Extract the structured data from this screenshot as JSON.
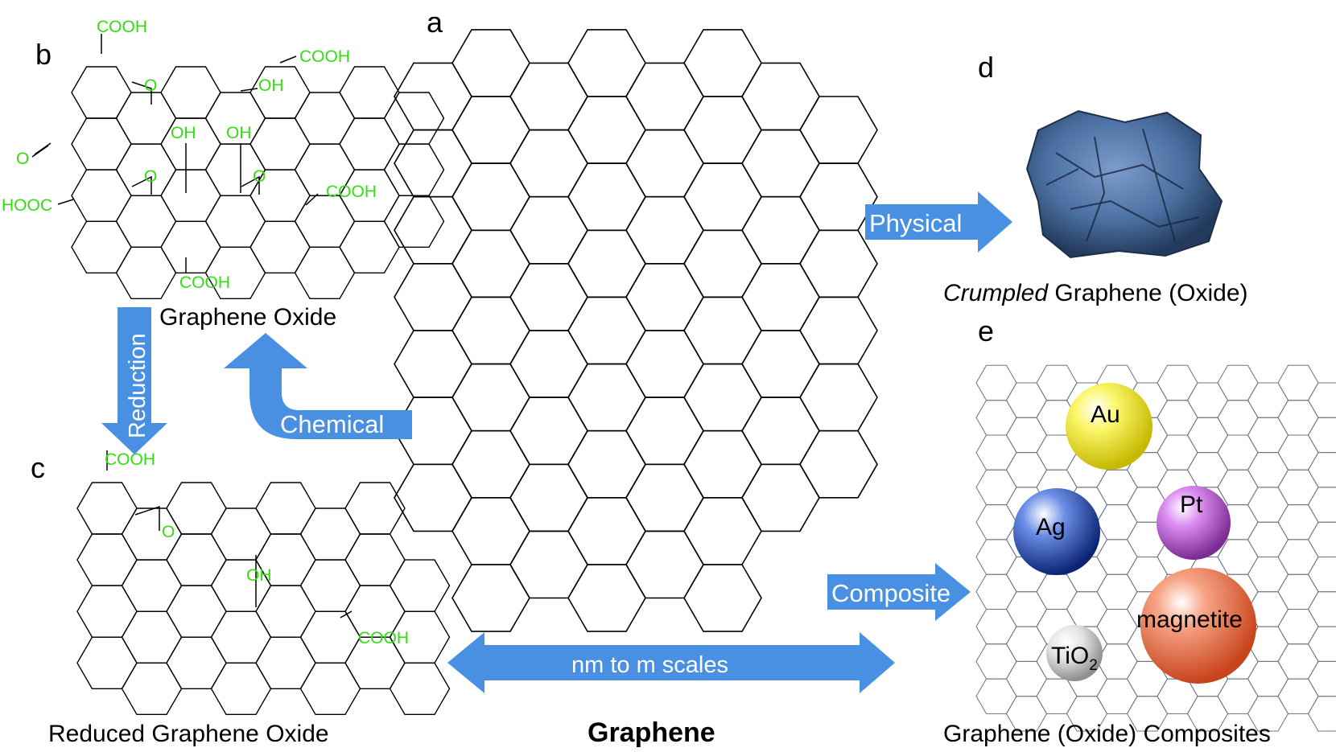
{
  "panel_letters": {
    "a": "a",
    "b": "b",
    "c": "c",
    "d": "d",
    "e": "e"
  },
  "captions": {
    "graphene": "Graphene",
    "graphene_oxide": "Graphene Oxide",
    "reduced_graphene_oxide": "Reduced Graphene Oxide",
    "crumpled_italic": "Crumpled",
    "crumpled_rest": " Graphene (Oxide)",
    "composites": "Graphene (Oxide) Composites"
  },
  "arrows": {
    "physical": "Physical",
    "chemical": "Chemical",
    "reduction": "Reduction",
    "composite": "Composite",
    "scale": "nm to m scales"
  },
  "groups": {
    "cooh": "COOH",
    "hooc": "HOOC",
    "oh": "OH",
    "o": "O"
  },
  "nanoparticles": {
    "au": "Au",
    "ag": "Ag",
    "pt": "Pt",
    "magnetite": "magnetite",
    "tio2_main": "TiO",
    "tio2_sub": "2"
  },
  "colors": {
    "arrow_blue": "#4a90e2",
    "functional_green": "#33dd11",
    "au": "#f5ee2a",
    "ag": "#2a4fb0",
    "pt": "#c05ad6",
    "magnetite": "#f07a52",
    "tio2": "#c9c9c9",
    "crumpled": "#4a6fa0"
  }
}
